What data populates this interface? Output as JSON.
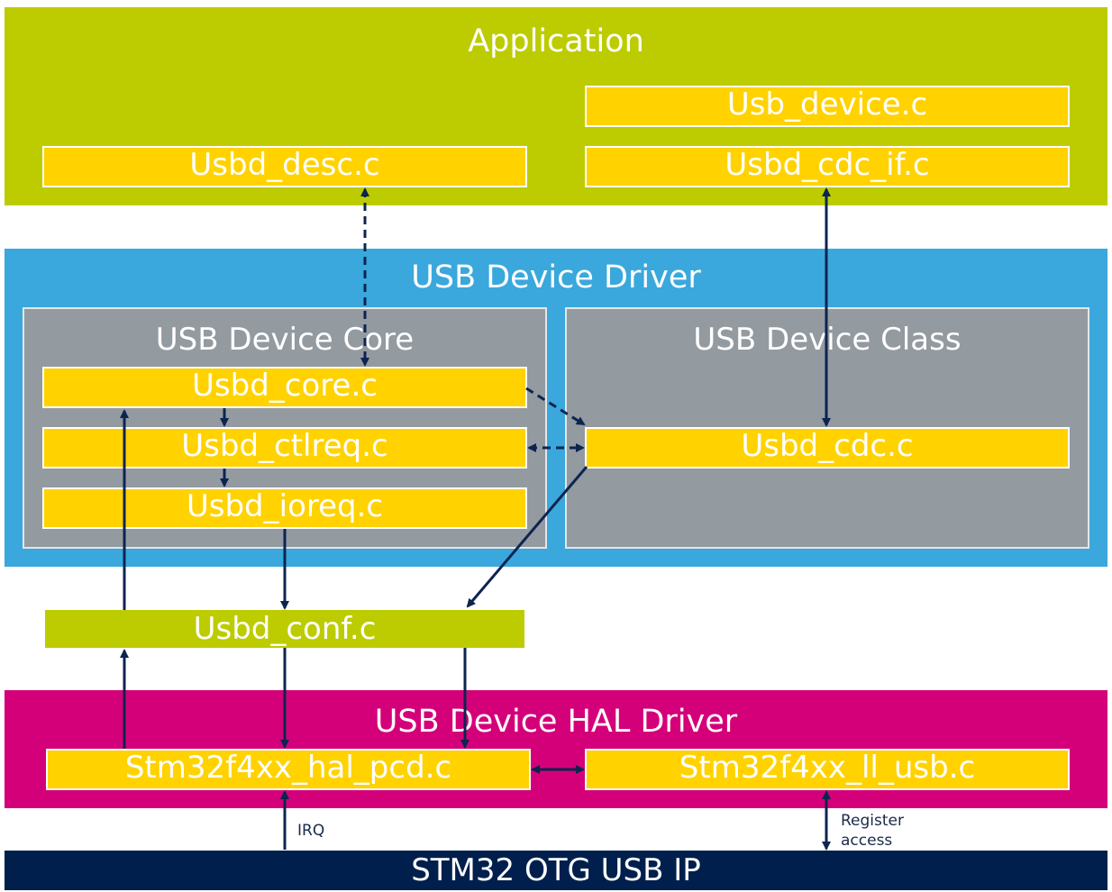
{
  "colors": {
    "application": "#bccc00",
    "driver": "#3aa8dc",
    "sublayer": "#939aa0",
    "file": "#ffd200",
    "hal": "#d4007a",
    "bus": "#001f4d",
    "arrow": "#0d2450"
  },
  "application": {
    "title": "Application",
    "files": {
      "usb_device": "Usb_device.c",
      "desc": "Usbd_desc.c",
      "cdc_if": "Usbd_cdc_if.c"
    }
  },
  "driver": {
    "title": "USB Device Driver",
    "core": {
      "title": "USB Device Core",
      "files": {
        "core": "Usbd_core.c",
        "ctlreq": "Usbd_ctlreq.c",
        "ioreq": "Usbd_ioreq.c"
      }
    },
    "class": {
      "title": "USB Device Class",
      "files": {
        "cdc": "Usbd_cdc.c"
      }
    }
  },
  "conf": {
    "label": "Usbd_conf.c"
  },
  "hal": {
    "title": "USB Device HAL Driver",
    "files": {
      "pcd": "Stm32f4xx_hal_pcd.c",
      "ll_usb": "Stm32f4xx_ll_usb.c"
    }
  },
  "bus": {
    "label": "STM32 OTG USB IP"
  },
  "notes": {
    "irq": "IRQ",
    "register_line1": "Register",
    "register_line2": "access"
  }
}
